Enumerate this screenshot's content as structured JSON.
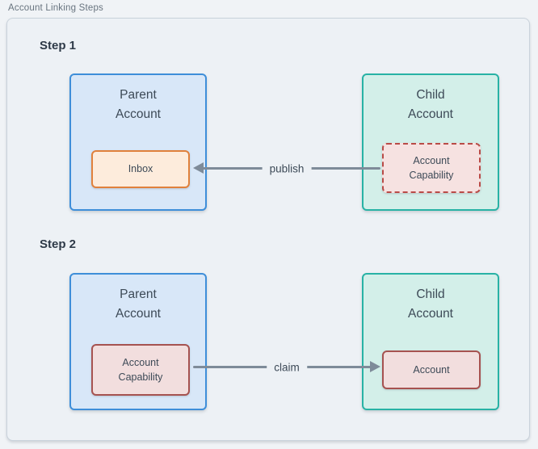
{
  "figure": {
    "title": "Account Linking Steps"
  },
  "steps": [
    {
      "label": "Step 1",
      "parent": {
        "title_line1": "Parent",
        "title_line2": "Account",
        "inner": {
          "line1": "Inbox"
        }
      },
      "child": {
        "title_line1": "Child",
        "title_line2": "Account",
        "inner": {
          "line1": "Account",
          "line2": "Capability"
        }
      },
      "arrow": {
        "label": "publish",
        "direction": "left"
      }
    },
    {
      "label": "Step 2",
      "parent": {
        "title_line1": "Parent",
        "title_line2": "Account",
        "inner": {
          "line1": "Account",
          "line2": "Capability"
        }
      },
      "child": {
        "title_line1": "Child",
        "title_line2": "Account",
        "inner": {
          "line1": "Account"
        }
      },
      "arrow": {
        "label": "claim",
        "direction": "right"
      }
    }
  ],
  "colors": {
    "page_background": "#f0f3f6",
    "frame_fill": "#edf1f5",
    "frame_border": "#c9d2db",
    "parent_fill": "#d8e7f8",
    "parent_border": "#3e8ed9",
    "child_fill": "#d3efe9",
    "child_border": "#28b2a5",
    "inbox_fill": "#fdecdc",
    "inbox_border": "#e0813c",
    "capability_fill": "#f6e2e1",
    "capability_border": "#b94b47",
    "account_fill": "#f2dede",
    "account_border": "#a65250",
    "arrow": "#7e8b99",
    "text": "#3d4a57",
    "heading_text": "#2e3a48",
    "figure_title_text": "#68747f"
  }
}
